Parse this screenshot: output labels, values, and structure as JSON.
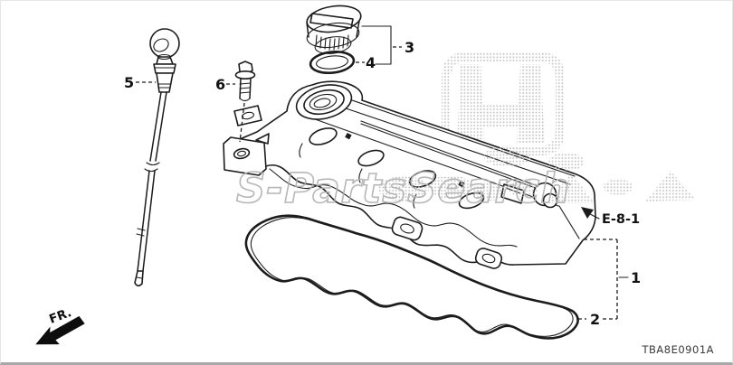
{
  "diagram": {
    "image_code": "TBA8E0901A",
    "watermark": "S-PartsSearch",
    "front_marker": "FR.",
    "reference_label": "E-8-1",
    "callouts": {
      "cover": "1",
      "gasket": "2",
      "oil_filler_cap": "3",
      "cap_seal": "4",
      "oil_dipstick": "5",
      "flange_bolt": "6"
    }
  },
  "colors": {
    "line": "#1c1c1c",
    "halftone_dot": "#c3c3c3",
    "watermark_outline": "#b0b0b0",
    "frame": "#e6e6e6",
    "frame_bottom": "#a8a8a8",
    "background": "#ffffff"
  }
}
